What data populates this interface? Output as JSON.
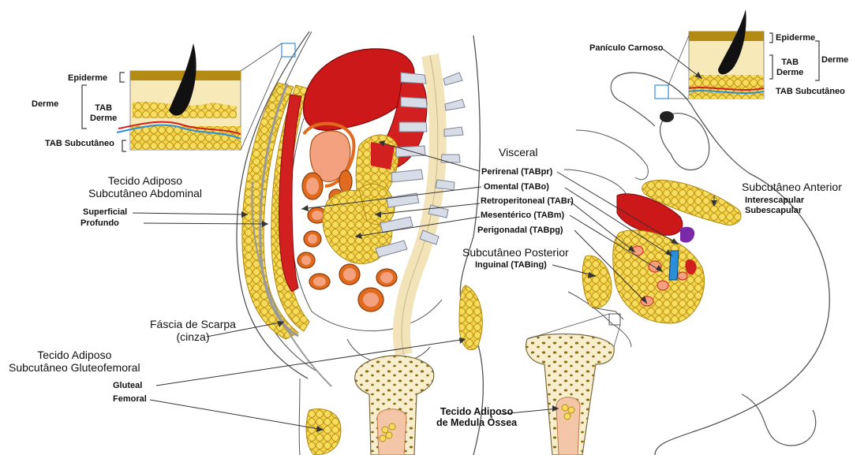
{
  "human": {
    "skin_inset": {
      "epidermis": "Epiderme",
      "dermis": "Derme",
      "tab_dermis": [
        "TAB",
        "Derme"
      ],
      "subcutaneous": "TAB Subcutâneo"
    },
    "abdominal_sat": {
      "title": [
        "Tecido Adiposo",
        "Subcutâneo Abdominal"
      ],
      "superficial": "Superficial",
      "deep": "Profundo"
    },
    "scarpa": [
      "Fáscia de Scarpa",
      "(cinza)"
    ],
    "gluteofemoral": {
      "title": [
        "Tecido Adiposo",
        "Subcutâneo Gluteofemoral"
      ],
      "gluteal": "Gluteal",
      "femoral": "Femoral"
    }
  },
  "visceral": {
    "title": "Visceral",
    "perirenal": "Perirenal (TABpr)",
    "omental": "Omental (TABo)",
    "retroperitoneal": "Retroperitoneal (TABr)",
    "mesenteric": "Mesentérico (TABm)",
    "perigonadal": "Perigonadal (TABpg)"
  },
  "bone_marrow": [
    "Tecido Adiposo",
    "de Medula Óssea"
  ],
  "mouse": {
    "panniculus": "Panículo Carnoso",
    "skin_inset": {
      "epidermis": "Epiderme",
      "dermis": "Derme",
      "tab_dermis": [
        "TAB",
        "Derme"
      ],
      "subcutaneous": "TAB Subcutâneo"
    },
    "anterior": {
      "title": "Subcutâneo Anterior",
      "sub": [
        "Interescapular",
        "Subescapular"
      ]
    },
    "posterior": {
      "title": "Subcutâneo Posterior",
      "inguinal": "Inguinal (TABing)"
    }
  },
  "colors": {
    "adipose_fill": "#f5d44a",
    "adipose_stroke": "#b08a12",
    "organ_red": "#d21f1f",
    "liver_red": "#cc1818",
    "kidney": "#f3a17e",
    "intestine": "#e06a1e",
    "epidermis": "#b38a14",
    "dermis": "#f7e9b8",
    "fascia": "#9a9a9a",
    "vertebra": "#d7dce6",
    "bone_marrow_bg": "#f7eecd",
    "spleen_purple": "#7a2aa8",
    "vessel_blue": "#2a8fd8"
  }
}
